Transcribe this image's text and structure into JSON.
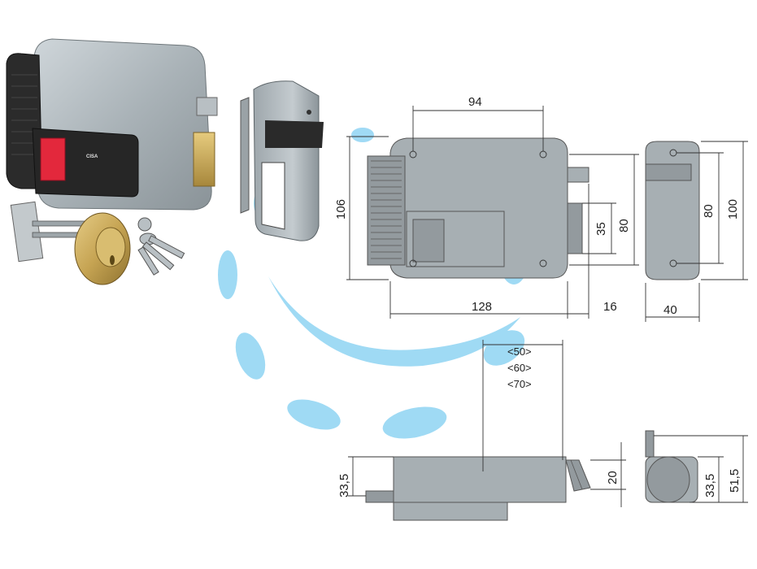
{
  "brand": {
    "logo_text": "CISA"
  },
  "watermark": {
    "color": "#8fd4f3"
  },
  "colors": {
    "part_fill": "#a7afb3",
    "button_red": "#e3283c",
    "cylinder_brass": "#c9a85a"
  },
  "dimensions": {
    "top_width": "94",
    "height_left": "106",
    "bolt_height": "35",
    "bolt_span": "80",
    "case_length": "128",
    "bolt_throw": "16",
    "keeper_width": "40",
    "keeper_holes": "80",
    "keeper_height": "100",
    "backset_50": "<50>",
    "backset_60": "<60>",
    "backset_70": "<70>",
    "side_depth": "33,5",
    "latch_depth": "20",
    "end_depth": "33,5",
    "end_total": "51,5"
  }
}
